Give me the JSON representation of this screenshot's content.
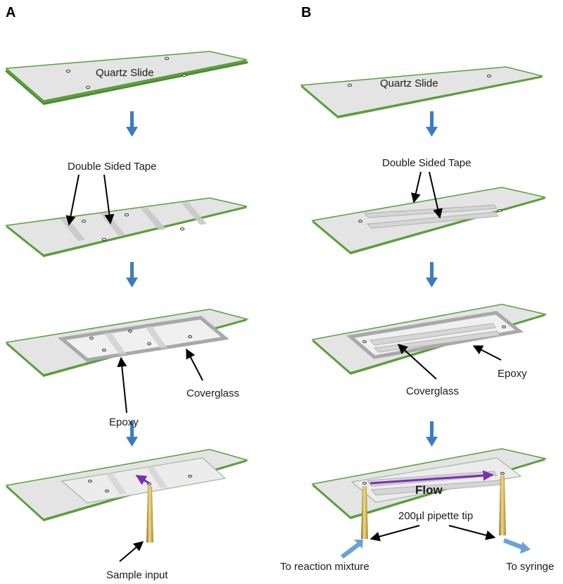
{
  "panels": {
    "a": {
      "letter": "A",
      "slide_label": "Quartz Slide",
      "tape_label": "Double Sided Tape",
      "epoxy_label": "Epoxy",
      "coverglass_label": "Coverglass",
      "input_label": "Sample input"
    },
    "b": {
      "letter": "B",
      "slide_label": "Quartz Slide",
      "tape_label": "Double Sided Tape",
      "epoxy_label": "Epoxy",
      "coverglass_label": "Coverglass",
      "flow_label": "Flow",
      "tip_label": "200µl pipette tip",
      "to_reaction_label": "To reaction mixture",
      "to_syringe_label": "To syringe"
    }
  },
  "colors": {
    "slide_top": "#e4e4e4",
    "slide_edge": "#5c9e3c",
    "step_arrow": "#3a7cc4",
    "flow_arrow": "#7a2fb8",
    "tubing_arrow": "#6aa2d8",
    "pipette_tip": "#c8a84a"
  },
  "icons": {
    "step_arrow": "down-arrow-icon",
    "flow_arrow": "flow-arrow-icon",
    "pipette": "pipette-tip-icon"
  }
}
